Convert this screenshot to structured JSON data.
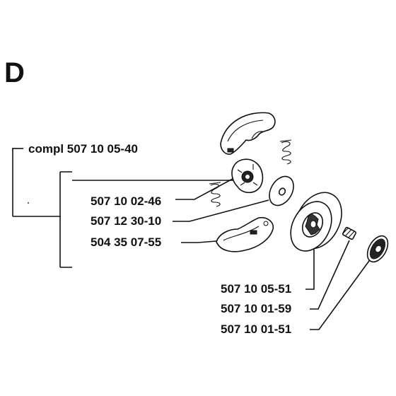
{
  "diagram": {
    "section_letter": "D",
    "assembly_label": "compl 507 10 05-40",
    "part_numbers": [
      "507 10 02-46",
      "507 12 30-10",
      "504 35 07-55",
      "507 10 05-51",
      "507 10 01-59",
      "507 10 01-51"
    ]
  }
}
